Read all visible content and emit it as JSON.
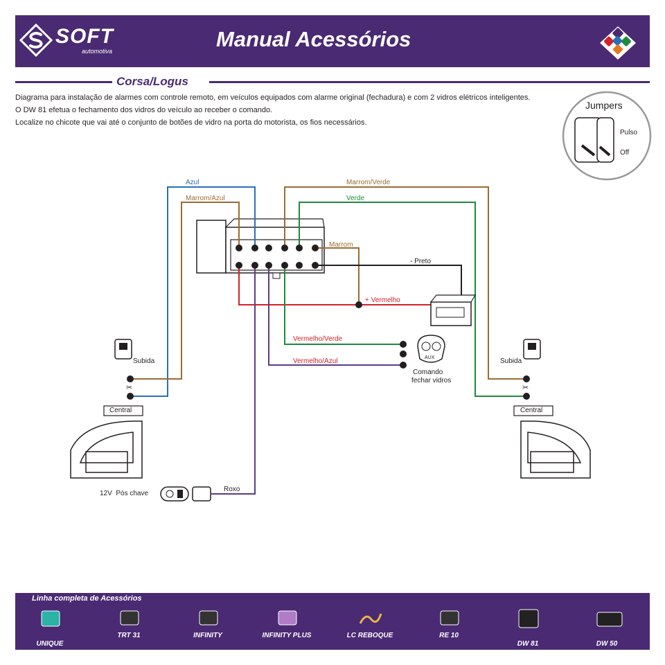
{
  "header": {
    "brand": "SOFT",
    "brand_sub": "automotiva",
    "title": "Manual Acessórios"
  },
  "section": {
    "title": "Corsa/Logus"
  },
  "intro": [
    "Diagrama para instalação de alarmes com controle remoto, em veículos equipados com alarme original (fechadura) e com 2 vidros elétricos inteligentes.",
    "O DW 81 efetua o fechamento dos vidros do veículo ao receber o comando.",
    "Localize no chicote que vai até o conjunto de botões de vidro na porta do motorista, os fios necessários."
  ],
  "jumpers": {
    "title": "Jumpers",
    "pulso": "Pulso",
    "off": "Off"
  },
  "wires": {
    "azul": "Azul",
    "marrom_azul": "Marrom/Azul",
    "marrom_verde": "Marrom/Verde",
    "verde": "Verde",
    "marrom": "Marrom",
    "preto": "- Preto",
    "vermelho": "+ Vermelho",
    "vermelho_verde": "Vermelho/Verde",
    "vermelho_azul": "Vermelho/Azul",
    "roxo": "Roxo"
  },
  "labels": {
    "subida_left": "Subida",
    "subida_right": "Subida",
    "central_left": "Central",
    "central_right": "Central",
    "comando": "Comando",
    "fechar_vidros": "fechar vidros",
    "ignicao": "12V  Pós chave",
    "aux": "AUX"
  },
  "colors": {
    "purple": "#4a2a73",
    "azul": "#2a6fb6",
    "marrom": "#9c6b30",
    "verde": "#1e8a3c",
    "vermelho": "#d42027",
    "preto": "#231f20",
    "roxo": "#5b3a8c"
  },
  "footer": {
    "title": "Linha completa de Acessórios",
    "products": [
      "UNIQUE",
      "TRT 31",
      "INFINITY",
      "INFINITY PLUS",
      "LC REBOQUE",
      "RE 10",
      "DW 81",
      "DW 50"
    ]
  }
}
